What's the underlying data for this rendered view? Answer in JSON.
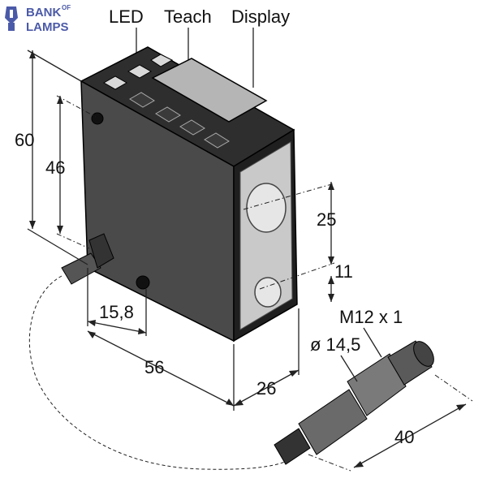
{
  "logo": {
    "line1": "BANK",
    "line1_sup": "OF",
    "line2": "LAMPS",
    "color": "#4b5aa8"
  },
  "labels": {
    "led": "LED",
    "teach": "Teach",
    "display": "Display"
  },
  "dimensions": {
    "height_total": "60",
    "height_inner": "46",
    "lens_spacing": "25",
    "lens_offset": "11",
    "mount_offset": "15,8",
    "length": "56",
    "width": "26",
    "connector_thread": "M12 x 1",
    "connector_diameter": "ø 14,5",
    "connector_length": "40"
  },
  "colors": {
    "housing_front": "#4a4a4a",
    "housing_top": "#2e2e2e",
    "housing_side": "#1f1f1f",
    "lens_panel": "#c9c9c9",
    "display_window": "#b5b5b5",
    "connector": "#6a6a6a"
  }
}
